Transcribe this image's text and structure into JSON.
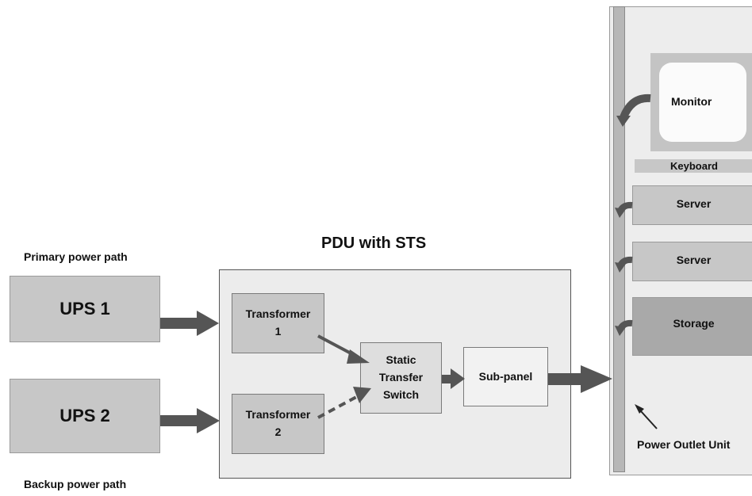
{
  "labels": {
    "primary_path": "Primary power path",
    "backup_path": "Backup power path",
    "pdu_title": "PDU with STS",
    "power_outlet_unit": "Power Outlet Unit"
  },
  "ups": {
    "ups1": "UPS 1",
    "ups2": "UPS 2"
  },
  "pdu": {
    "transformer1": "Transformer\n1",
    "transformer2": "Transformer\n2",
    "sts": "Static\nTransfer\nSwitch",
    "subpanel": "Sub-panel"
  },
  "rack": {
    "monitor": "Monitor",
    "keyboard": "Keyboard",
    "server1": "Server",
    "server2": "Server",
    "storage": "Storage"
  },
  "colors": {
    "arrow": "#555555",
    "box_light": "#ececec",
    "box_mid": "#c7c7c7",
    "box_dark": "#a9a9a9"
  }
}
